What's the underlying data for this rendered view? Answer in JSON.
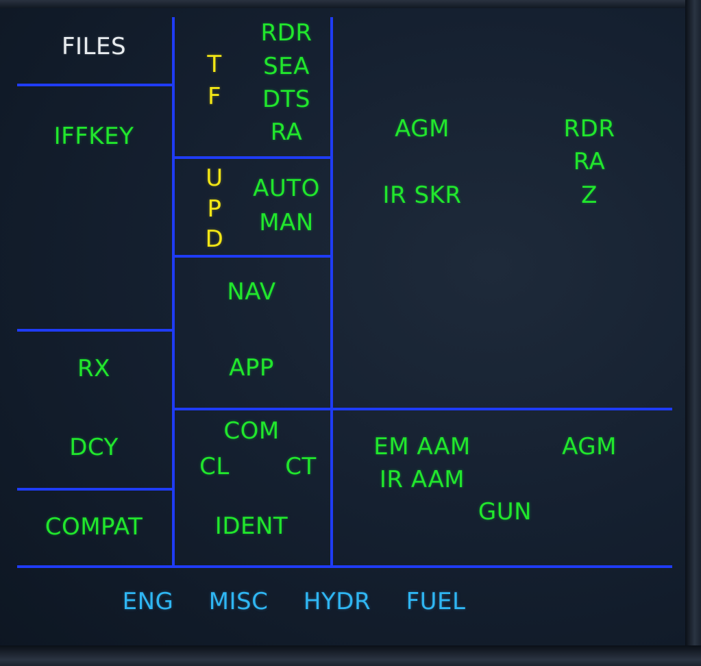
{
  "colors": {
    "grid_line": "#1f3cf5",
    "green": "#22e62c",
    "yellow": "#f2e616",
    "white": "#e8ecef",
    "cyan": "#2fb6f2"
  },
  "left_column": {
    "files": "FILES",
    "iffkey": "IFFKEY",
    "rx": "RX",
    "dcy": "DCY",
    "compat": "COMPAT"
  },
  "tf_panel": {
    "tf_label_t": "T",
    "tf_label_f": "F",
    "rdr": "RDR",
    "sea": "SEA",
    "dts": "DTS",
    "ra": "RA"
  },
  "upd_panel": {
    "upd_u": "U",
    "upd_p": "P",
    "upd_d": "D",
    "auto": "AUTO",
    "man": "MAN"
  },
  "nav_panel": {
    "nav": "NAV",
    "app": "APP"
  },
  "com_panel": {
    "com": "COM",
    "cl": "CL",
    "ct": "CT",
    "ident": "IDENT"
  },
  "upper_right": {
    "agm": "AGM",
    "ir_skr": "IR SKR",
    "rdr": "RDR",
    "ra": "RA",
    "z": "Z"
  },
  "lower_right": {
    "em_aam": "EM AAM",
    "ir_aam": "IR AAM",
    "gun": "GUN",
    "agm": "AGM"
  },
  "bottom_bar": {
    "eng": "ENG",
    "misc": "MISC",
    "hydr": "HYDR",
    "fuel": "FUEL"
  }
}
